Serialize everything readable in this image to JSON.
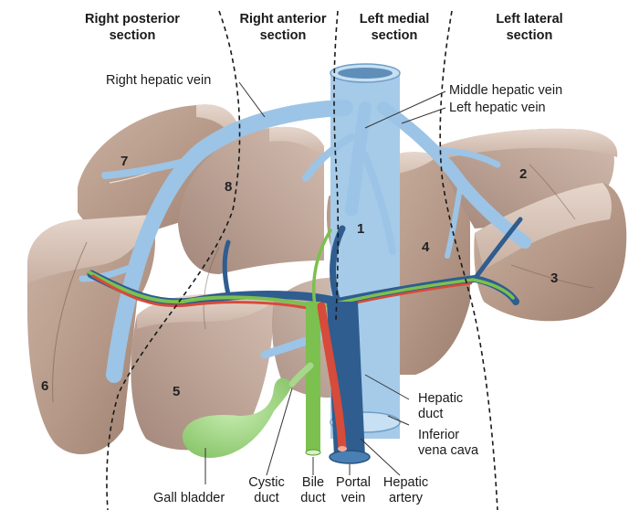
{
  "sections": {
    "right_posterior": [
      "Right posterior",
      "section"
    ],
    "right_anterior": [
      "Right anterior",
      "section"
    ],
    "left_medial": [
      "Left medial",
      "section"
    ],
    "left_lateral": [
      "Left lateral",
      "section"
    ]
  },
  "labels": {
    "right_hepatic_vein": "Right hepatic vein",
    "middle_hepatic_vein": "Middle hepatic vein",
    "left_hepatic_vein": "Left hepatic vein",
    "hepatic_duct": [
      "Hepatic",
      "duct"
    ],
    "inferior_vena_cava": [
      "Inferior",
      "vena cava"
    ],
    "gall_bladder": "Gall bladder",
    "cystic_duct": [
      "Cystic",
      "duct"
    ],
    "bile_duct": [
      "Bile",
      "duct"
    ],
    "portal_vein": [
      "Portal",
      "vein"
    ],
    "hepatic_artery": [
      "Hepatic",
      "artery"
    ]
  },
  "segments": [
    "1",
    "2",
    "3",
    "4",
    "5",
    "6",
    "7",
    "8"
  ],
  "colors": {
    "liver": "#b89c8c",
    "liver_dark": "#8f7464",
    "liver_light": "#d8c3b6",
    "hepatic_vein": "#9cc4e6",
    "portal_vein": "#2f5d8f",
    "bile_duct": "#7cc04f",
    "hepatic_artery": "#d64b3a",
    "gall_bladder": "#a7d88a"
  }
}
